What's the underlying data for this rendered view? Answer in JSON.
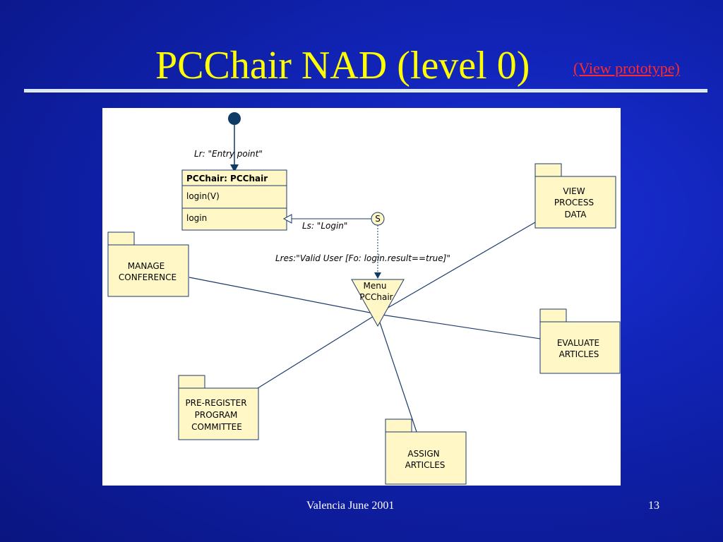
{
  "slide": {
    "title": "PCChair NAD (level 0)",
    "prototype_link": "(View prototype)",
    "footer": "Valencia June 2001",
    "page_number": "13"
  },
  "diagram": {
    "entry_label": "Lr: \"Entry point\"",
    "class_box": {
      "title": "PCChair: PCChair",
      "row1": "login(V)",
      "row2": "login"
    },
    "sequence_marker": "S",
    "login_label": "Ls: \"Login\"",
    "result_label": "Lres:\"Valid User [Fo: login.result==true]\"",
    "menu": {
      "line1": "Menu",
      "line2": "PCChair"
    },
    "packages": {
      "view_process_data": {
        "line1": "VIEW",
        "line2": "PROCESS",
        "line3": "DATA"
      },
      "manage_conference": {
        "line1": "MANAGE",
        "line2": "CONFERENCE"
      },
      "evaluate_articles": {
        "line1": "EVALUATE",
        "line2": "ARTICLES"
      },
      "pre_register": {
        "line1": "PRE-REGISTER",
        "line2": "PROGRAM",
        "line3": "COMMITTEE"
      },
      "assign_articles": {
        "line1": "ASSIGN",
        "line2": "ARTICLES"
      }
    }
  }
}
